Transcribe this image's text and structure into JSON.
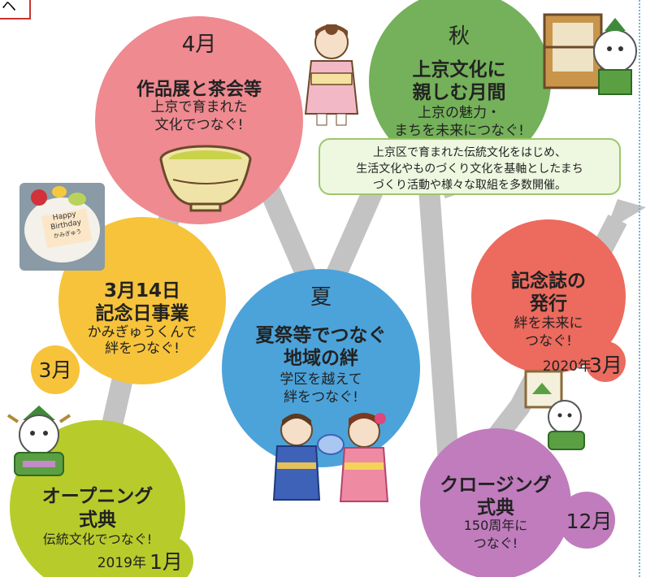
{
  "colors": {
    "green": "#b7cc2b",
    "yellow": "#f6c33a",
    "pink": "#ee8a90",
    "blue": "#4ca3da",
    "darkgreen": "#74b15a",
    "red": "#ec6a5e",
    "purple": "#c07cbd",
    "road": "#c3c3c3"
  },
  "top_arrow": "ヘ",
  "events": {
    "opening": {
      "title1": "オープニング",
      "title2": "式典",
      "subtitle": "伝統文化でつなぐ!",
      "year": "2019年",
      "month": "1月",
      "icon": "mascot-icon"
    },
    "march": {
      "title1": "3月14日",
      "title2": "記念日事業",
      "sub1": "かみぎゅうくんで",
      "sub2": "絆をつなぐ!",
      "month": "3月",
      "birthday_text1": "Happy",
      "birthday_text2": "Birthday",
      "birthday_text3": "かみぎゅう"
    },
    "april": {
      "month": "4月",
      "title": "作品展と茶会等",
      "sub1": "上京で育まれた",
      "sub2": "文化でつなぐ!",
      "icon": "tea-bowl-icon"
    },
    "summer": {
      "season": "夏",
      "title1": "夏祭等でつなぐ",
      "title2": "地域の絆",
      "sub1": "学区を越えて",
      "sub2": "絆をつなぐ!",
      "icon": "children-yukata-icon"
    },
    "autumn": {
      "season": "秋",
      "title1": "上京文化に",
      "title2": "親しむ月間",
      "sub1": "上京の魅力・",
      "sub2": "まちを未来につなぐ!",
      "info": [
        "上京区で育まれた伝統文化をはじめ、",
        "生活文化やものづくり文化を基軸としたまち",
        "づくり活動や様々な取組を多数開催。"
      ]
    },
    "publication": {
      "title1": "記念誌の",
      "title2": "発行",
      "sub1": "絆を未来に",
      "sub2": "つなぐ!",
      "year": "2020年",
      "month": "3月"
    },
    "closing": {
      "title1": "クロージング",
      "title2": "式典",
      "sub1": "150周年に",
      "sub2": "つなぐ!",
      "month": "12月"
    }
  }
}
